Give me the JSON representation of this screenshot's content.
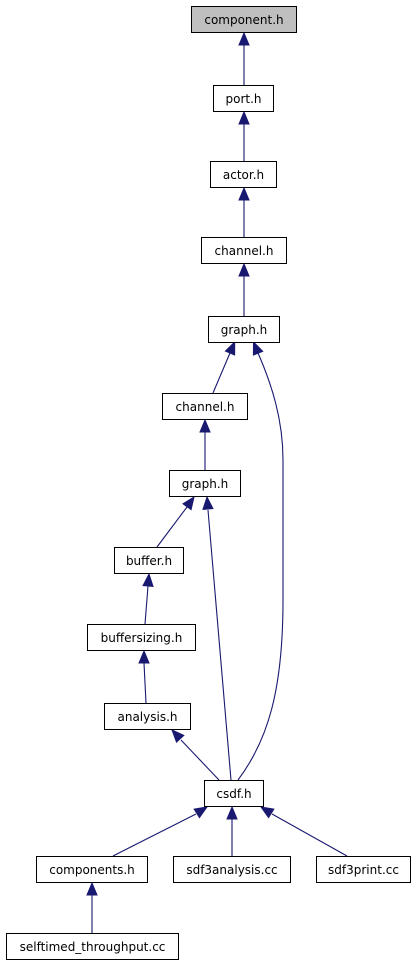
{
  "nodes": {
    "component_h": "component.h",
    "port_h": "port.h",
    "actor_h": "actor.h",
    "channel_h_1": "channel.h",
    "graph_h_1": "graph.h",
    "channel_h_2": "channel.h",
    "graph_h_2": "graph.h",
    "buffer_h": "buffer.h",
    "buffersizing_h": "buffersizing.h",
    "analysis_h": "analysis.h",
    "csdf_h": "csdf.h",
    "components_h": "components.h",
    "sdf3analysis_cc": "sdf3analysis.cc",
    "sdf3print_cc": "sdf3print.cc",
    "selftimed_throughput_cc": "selftimed_throughput.cc"
  },
  "colors": {
    "edge": "#191970",
    "root_fill": "#bfbfbf",
    "node_border": "#000000",
    "background": "#ffffff"
  }
}
